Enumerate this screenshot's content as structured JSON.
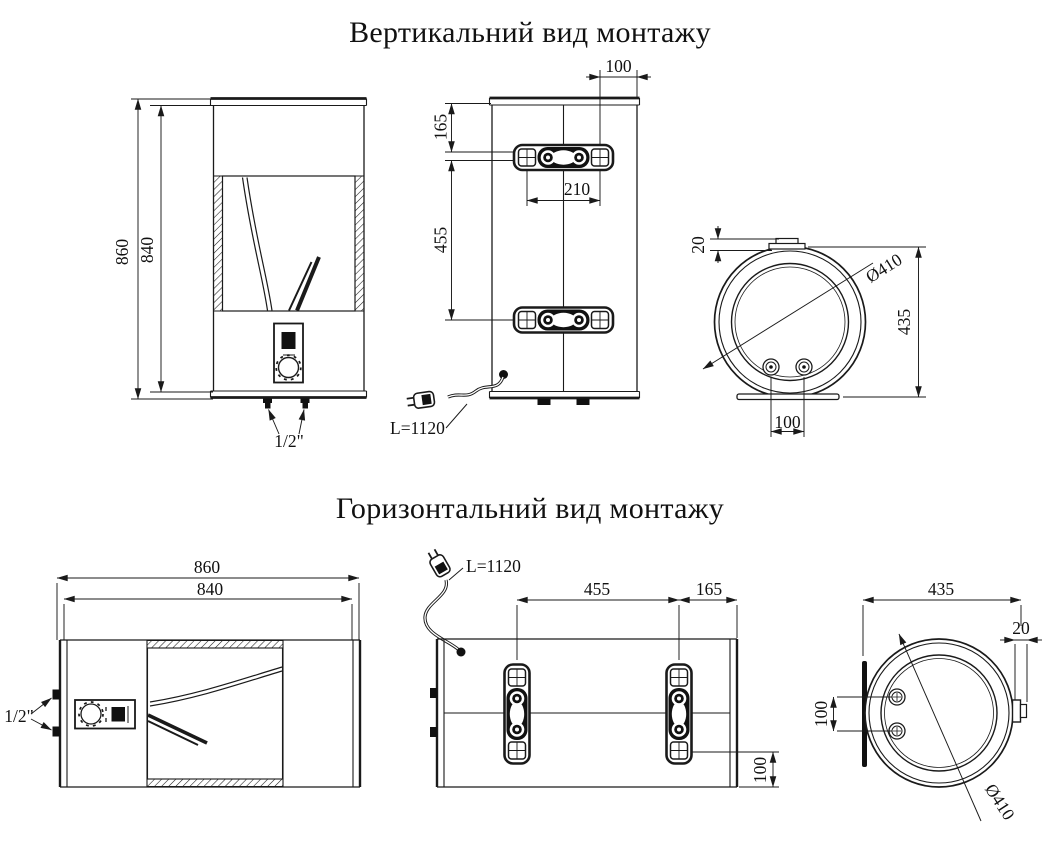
{
  "titles": {
    "vertical": "Вертикальний вид монтажу",
    "horizontal": "Горизонтальний вид монтажу"
  },
  "colors": {
    "line": "#1a1a1a",
    "background": "#ffffff",
    "dark_fill": "#111111"
  },
  "vertical_view": {
    "front": {
      "height_outer": "860",
      "height_inner": "840",
      "pipe_size": "1/2\""
    },
    "rear": {
      "edge_offset": "100",
      "top_offset": "165",
      "hole_spacing": "210",
      "bracket_spacing": "455",
      "cable_length": "L=1120"
    },
    "bottom": {
      "tab_offset": "20",
      "diameter": "Ø410",
      "height": "435",
      "pipe_spacing": "100"
    }
  },
  "horizontal_view": {
    "front": {
      "width_outer": "860",
      "width_inner": "840",
      "pipe_size": "1/2\""
    },
    "rear": {
      "cable_length": "L=1120",
      "bracket_spacing": "455",
      "edge_offset": "165",
      "bottom_offset": "100"
    },
    "end": {
      "width": "435",
      "tab_offset": "20",
      "pipe_spacing": "100",
      "diameter": "Ø410"
    }
  }
}
